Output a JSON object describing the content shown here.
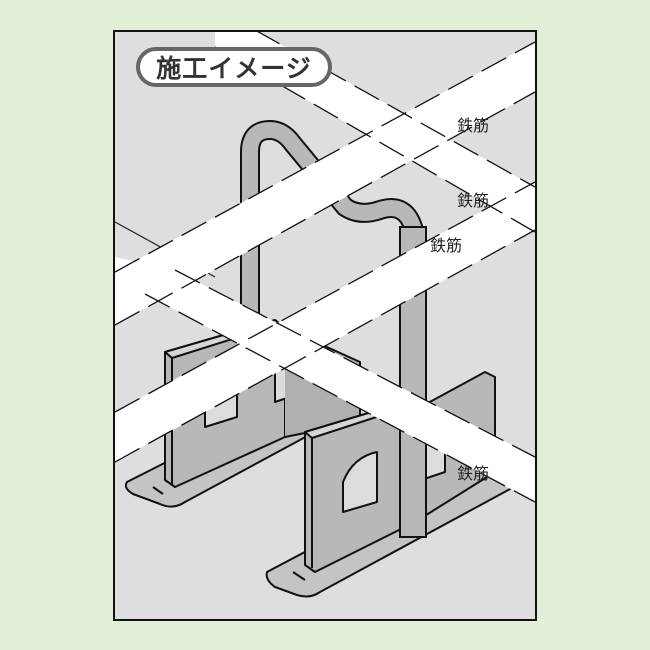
{
  "title": "施工イメージ",
  "labels": [
    {
      "id": "rebar-1",
      "text": "鉄筋"
    },
    {
      "id": "rebar-2",
      "text": "鉄筋"
    },
    {
      "id": "rebar-3",
      "text": "鉄筋"
    },
    {
      "id": "rebar-4",
      "text": "鉄筋"
    }
  ],
  "colors": {
    "page_background": "#e2efd9",
    "frame_background": "#dedede",
    "spacer_fill": "#b8b8b8",
    "rebar_band": "#ffffff",
    "outline": "#111111"
  }
}
